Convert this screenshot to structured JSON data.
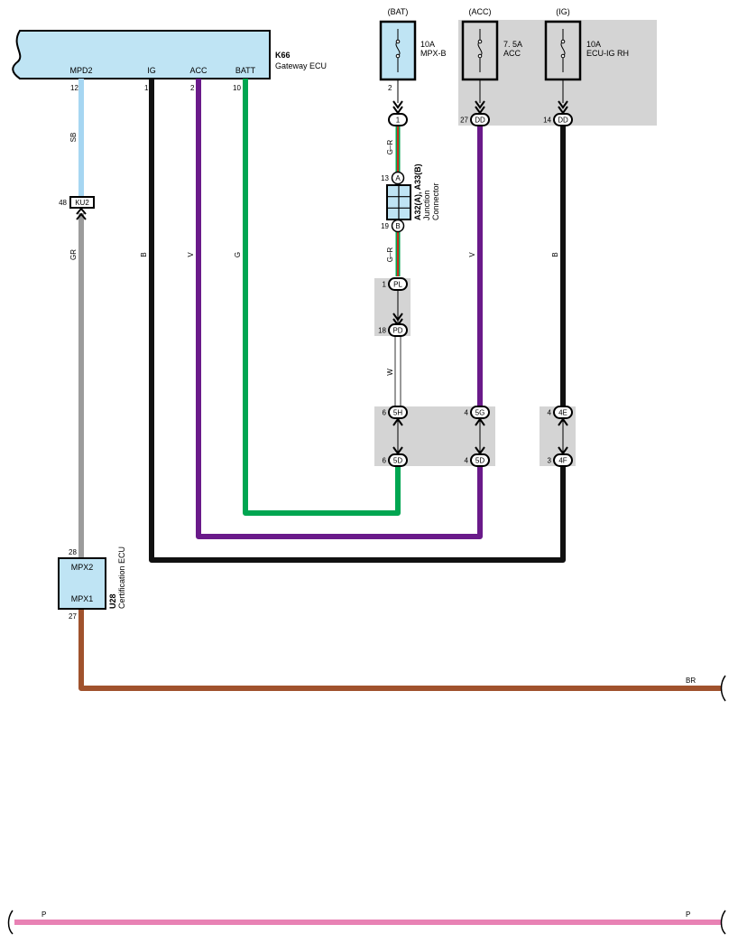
{
  "ecu_k66": {
    "code": "K66",
    "name": "Gateway ECU",
    "pins": [
      {
        "label": "MPD2",
        "num": "12"
      },
      {
        "label": "IG",
        "num": "1"
      },
      {
        "label": "ACC",
        "num": "2"
      },
      {
        "label": "BATT",
        "num": "10"
      }
    ]
  },
  "fuses": [
    {
      "source": "(BAT)",
      "rating": "10A",
      "name": "MPX-B",
      "pin": "2"
    },
    {
      "source": "(ACC)",
      "rating": "7. 5A",
      "name": "ACC"
    },
    {
      "source": "(IG)",
      "rating": "10A",
      "name": "ECU-IG RH"
    }
  ],
  "junction": {
    "code": "A32(A), A33(B)",
    "name_line1": "Junction",
    "name_line2": "Connector",
    "pin_a": "A",
    "pin_a_num": "13",
    "pin_b": "B",
    "pin_b_num": "19"
  },
  "connectors": {
    "c1": {
      "label": "1"
    },
    "dd_acc": {
      "label": "DD",
      "num": "27"
    },
    "dd_ig": {
      "label": "DD",
      "num": "14"
    },
    "pl": {
      "label": "PL",
      "num": "1"
    },
    "pd": {
      "label": "PD",
      "num": "18"
    },
    "c5h": {
      "label": "5H",
      "num": "6"
    },
    "c5d_a": {
      "label": "5D",
      "num": "6"
    },
    "c5g": {
      "label": "5G",
      "num": "4"
    },
    "c5d_b": {
      "label": "5D",
      "num": "4"
    },
    "c4e": {
      "label": "4E",
      "num": "4"
    },
    "c4f": {
      "label": "4F",
      "num": "3"
    },
    "ku2": {
      "label": "KU2",
      "num": "48"
    }
  },
  "wire_colors": {
    "SB": "#a6d6f2",
    "GR": "#9c9c9c",
    "B": "#111111",
    "V": "#6a1a8a",
    "G": "#00a651",
    "R": "#e2231a",
    "W": "#ffffff",
    "BR": "#a0522d",
    "P": "#e882b4",
    "ecu_fill": "#bfe4f4",
    "shade": "#d4d4d4"
  },
  "wire_labels": {
    "sb": "SB",
    "gr": "GR",
    "b_left": "B",
    "v_left": "V",
    "g_left": "G",
    "gr_top": "G–R",
    "gr_bottom": "G–R",
    "w": "W",
    "v_right": "V",
    "b_right": "B",
    "br": "BR",
    "p_left": "P",
    "p_right": "P"
  },
  "ecu_u28": {
    "code": "U28",
    "name": "Certification ECU",
    "pin_mpx2": "MPX2",
    "pin_mpx2_num": "28",
    "pin_mpx1": "MPX1",
    "pin_mpx1_num": "27"
  }
}
